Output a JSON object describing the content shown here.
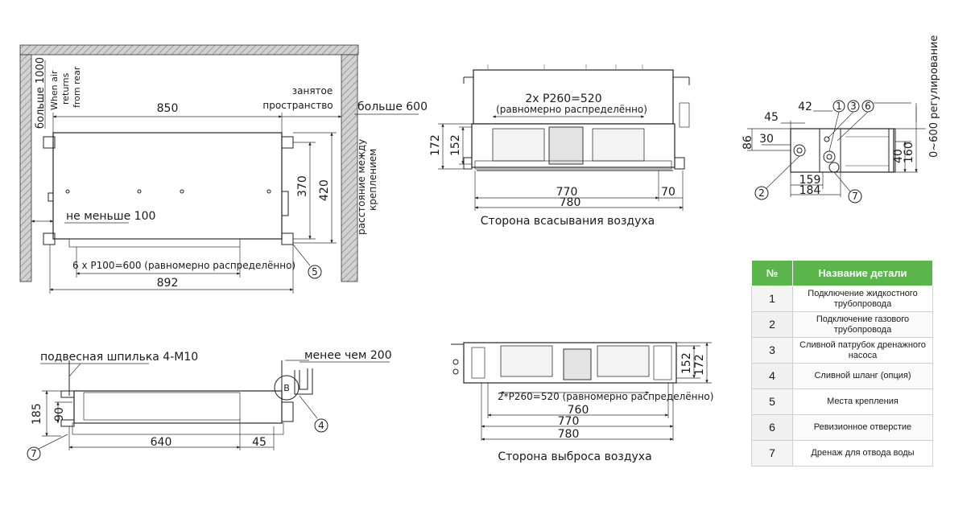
{
  "top_left_view": {
    "wall_left_label": "больше 1000",
    "air_return_label": [
      "When air",
      "returns",
      "from rear"
    ],
    "dim_width_top": "850",
    "occupied_space": [
      "занятое",
      "пространство"
    ],
    "wall_right_label": "больше 600",
    "dim_370": "370",
    "dim_420": "420",
    "mount_distance": [
      "расстояние между",
      "креплением"
    ],
    "min_label": "не меньше 100",
    "flange_note": "6 x P100=600 (равномерно распределённо)",
    "dim_total": "892",
    "callout_5": "5"
  },
  "suction_view": {
    "flange_note": "2x P260=520",
    "flange_note_2": "(равномерно распределённо)",
    "dim_172": "172",
    "dim_152": "152",
    "dim_770": "770",
    "dim_70": "70",
    "dim_780": "780",
    "caption": "Сторона всасывания воздуха"
  },
  "side_view": {
    "dim_45": "45",
    "dim_42": "42",
    "callout_1": "1",
    "callout_3": "3",
    "callout_6": "6",
    "dim_86": "86",
    "dim_30": "30",
    "dim_40": "40",
    "dim_160": "160",
    "dim_159": "159",
    "dim_184": "184",
    "callout_2": "2",
    "callout_7": "7",
    "adjust_label": "0~600 регулирование"
  },
  "bottom_left_view": {
    "rod_label": "подвесная шпилька 4-M10",
    "less_label": "менее чем 200",
    "detail_b": "B",
    "callout_4": "4",
    "dim_185": "185",
    "dim_90": "90",
    "dim_640": "640",
    "dim_45": "45",
    "callout_7": "7"
  },
  "discharge_view": {
    "flange_note": "2*P260=520 (равномерно распределённо)",
    "dim_152": "152",
    "dim_172": "172",
    "dim_760": "760",
    "dim_770": "770",
    "dim_780": "780",
    "caption": "Сторона выброса воздуха"
  },
  "parts_table": {
    "header_num": "№",
    "header_name": "Название детали",
    "rows": [
      {
        "num": "1",
        "name": "Подключение жидкостного трубопровода"
      },
      {
        "num": "2",
        "name": "Подключение газового трубопровода"
      },
      {
        "num": "3",
        "name": "Сливной патрубок дренажного насоса"
      },
      {
        "num": "4",
        "name": "Сливной шланг (опция)"
      },
      {
        "num": "5",
        "name": "Места крепления"
      },
      {
        "num": "6",
        "name": "Ревизионное отверстие"
      },
      {
        "num": "7",
        "name": "Дренаж для отвода воды"
      }
    ]
  }
}
